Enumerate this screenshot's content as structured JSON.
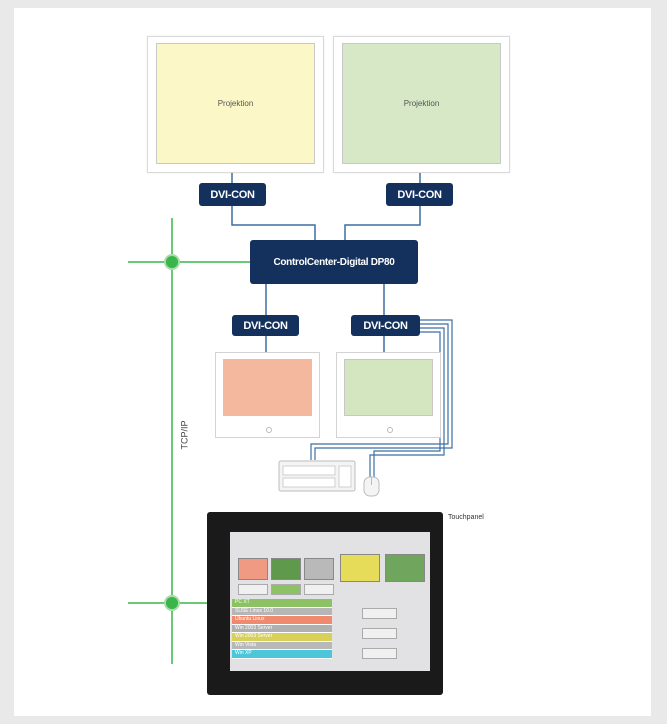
{
  "projectors": [
    {
      "label": "Projektion",
      "color": "#fbf7c7"
    },
    {
      "label": "Projektion",
      "color": "#d6e8c6"
    }
  ],
  "dvi_label": "DVI-CON",
  "controller_label": "ControlCenter-Digital DP80",
  "network_label": "TCP/IP",
  "monitors": [
    {
      "color": "#f4b89e"
    },
    {
      "color": "#d3e6c0"
    }
  ],
  "touchpanel": {
    "label": "Touchpanel",
    "top_tiles": [
      "#f19a83",
      "#5f9a4c",
      "#b9b9b9"
    ],
    "big_tiles": [
      "#e6dc5a",
      "#6fa55c"
    ],
    "computers": [
      {
        "name": "PC XT",
        "color": "#8cc264"
      },
      {
        "name": "SUSE Linux 10.0",
        "color": "#b6b6b6"
      },
      {
        "name": "Ubuntu Linux",
        "color": "#f08a6e"
      },
      {
        "name": "Win 2003 Server",
        "color": "#b0b0b0"
      },
      {
        "name": "Win 2003 Server",
        "color": "#d9d05a"
      },
      {
        "name": "Win Vista",
        "color": "#b8b8b8"
      },
      {
        "name": "Win XP",
        "color": "#4cc6d8"
      }
    ]
  },
  "colors": {
    "dvi": "#14315e",
    "network": "#39b54a",
    "cable": "#3d6ea3"
  }
}
